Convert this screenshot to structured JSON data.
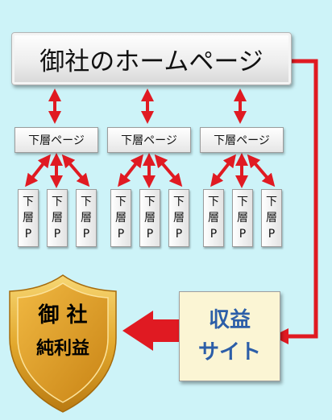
{
  "home": {
    "label": "御社のホームページ"
  },
  "sub_pages": [
    {
      "label": "下層ページ"
    },
    {
      "label": "下層ページ"
    },
    {
      "label": "下層ページ"
    }
  ],
  "leaf_pages": [
    {
      "line1": "下",
      "line2": "層",
      "line3": "P"
    },
    {
      "line1": "下",
      "line2": "層",
      "line3": "P"
    },
    {
      "line1": "下",
      "line2": "層",
      "line3": "P"
    },
    {
      "line1": "下",
      "line2": "層",
      "line3": "P"
    },
    {
      "line1": "下",
      "line2": "層",
      "line3": "P"
    },
    {
      "line1": "下",
      "line2": "層",
      "line3": "P"
    },
    {
      "line1": "下",
      "line2": "層",
      "line3": "P"
    },
    {
      "line1": "下",
      "line2": "層",
      "line3": "P"
    },
    {
      "line1": "下",
      "line2": "層",
      "line3": "P"
    }
  ],
  "revenue_site": {
    "line1": "収益",
    "line2": "サイト"
  },
  "profit_shield": {
    "line1": "御 社",
    "line2": "純利益"
  },
  "colors": {
    "arrow": "#e01a22",
    "background": "#cdf3f8",
    "revenue_text": "#2c5ea8",
    "shield_gold": "#e3a92e"
  }
}
